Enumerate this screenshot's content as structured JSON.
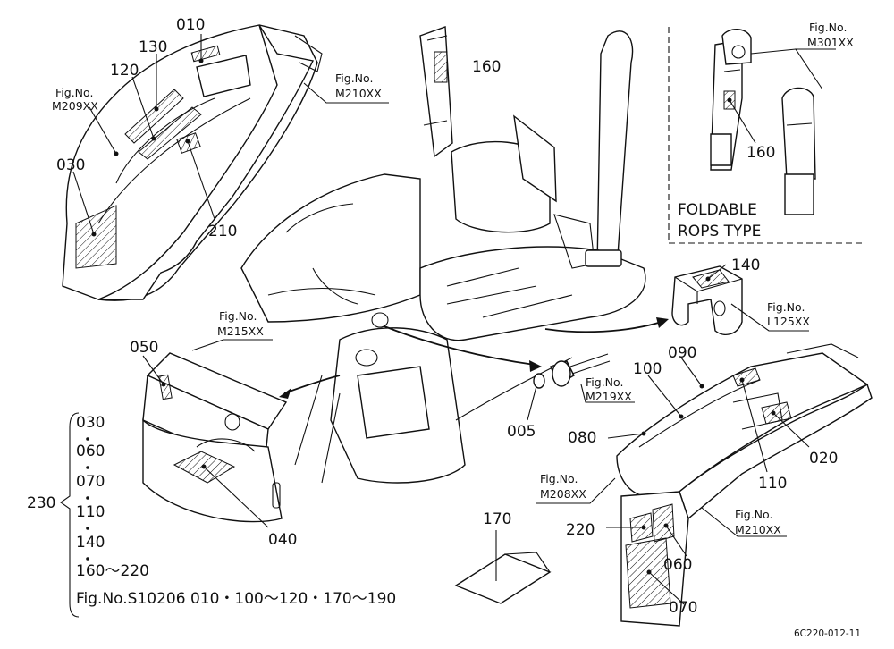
{
  "labels": {
    "l010": "010",
    "l130": "130",
    "l120": "120",
    "l030": "030",
    "l210": "210",
    "l160a": "160",
    "l160b": "160",
    "l050": "050",
    "l040": "040",
    "l005": "005",
    "l140": "140",
    "l090": "090",
    "l100": "100",
    "l080": "080",
    "l110": "110",
    "l020": "020",
    "l170": "170",
    "l220": "220",
    "l060": "060",
    "l070": "070"
  },
  "figrefs": {
    "m209": [
      "Fig.No.",
      "M209XX"
    ],
    "m210a": [
      "Fig.No.",
      "M210XX"
    ],
    "m215": [
      "Fig.No.",
      "M215XX"
    ],
    "m219": [
      "Fig.No.",
      "M219XX"
    ],
    "m208": [
      "Fig.No.",
      "M208XX"
    ],
    "m210b": [
      "Fig.No.",
      "M210XX"
    ],
    "l125": [
      "Fig.No.",
      "L125XX"
    ],
    "m301": [
      "Fig.No.",
      "M301XX"
    ]
  },
  "rops_box": {
    "line1": "FOLDABLE",
    "line2": "ROPS TYPE"
  },
  "set_list": {
    "group_label": "230",
    "items": [
      "030",
      "060",
      "070",
      "110",
      "140",
      "160～220"
    ],
    "footer": "Fig.No.S10206  010・100～120・170～190"
  },
  "drawing_code": "6C220-012-11"
}
